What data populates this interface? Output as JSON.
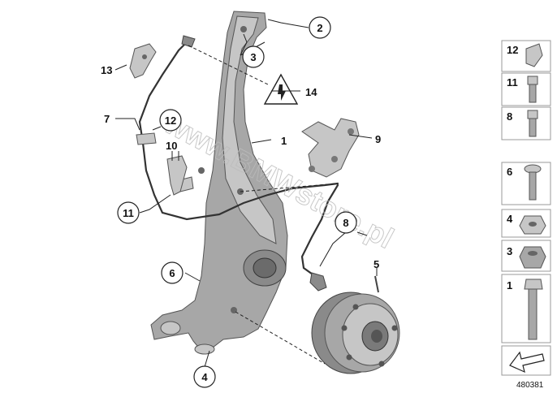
{
  "diagram": {
    "callouts": {
      "c1": "1",
      "c2": "2",
      "c3": "3",
      "c4": "4",
      "c5": "5",
      "c6": "6",
      "c7": "7",
      "c8": "8",
      "c9": "9",
      "c10": "10",
      "c11": "11",
      "c12": "12",
      "c13": "13",
      "c14": "14"
    },
    "watermark": "www.BMWstore.pl",
    "reference_number": "480381"
  },
  "sidebar": {
    "items": [
      {
        "label": "12"
      },
      {
        "label": "11"
      },
      {
        "label": "8"
      },
      {
        "label": "6"
      },
      {
        "label": "4"
      },
      {
        "label": "3"
      },
      {
        "label": "1"
      }
    ]
  }
}
